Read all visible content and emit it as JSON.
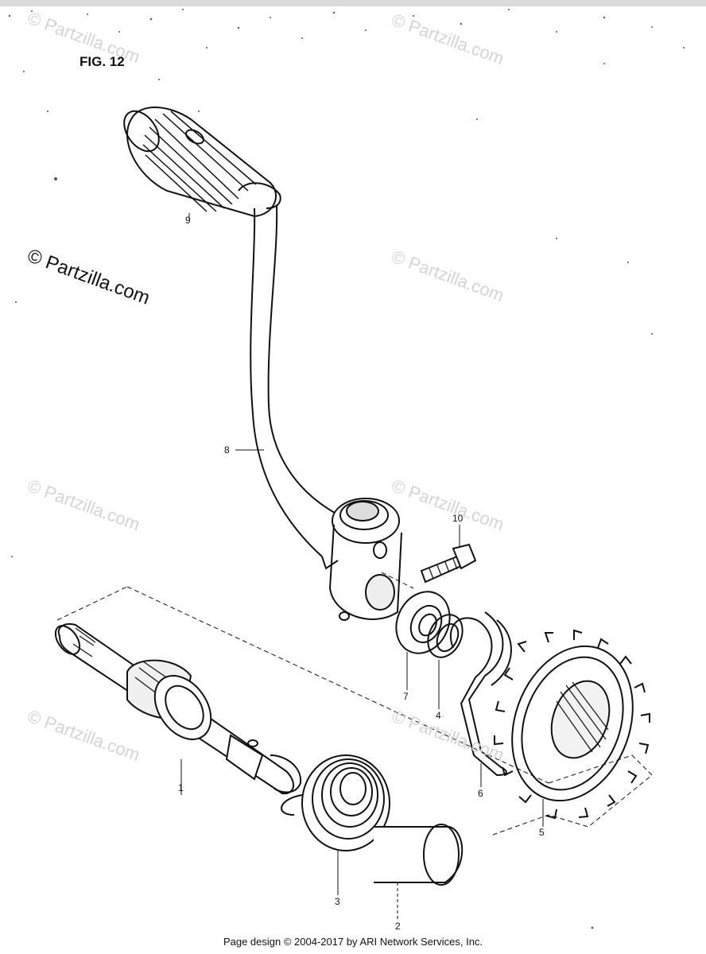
{
  "figure": {
    "label": "FIG. 12"
  },
  "watermark": {
    "text": "© Partzilla.com"
  },
  "callouts": {
    "c1": "1",
    "c2": "2",
    "c3": "3",
    "c4": "4",
    "c5": "5",
    "c6": "6",
    "c7": "7",
    "c8": "8",
    "c9": "9",
    "c10": "10"
  },
  "footer": {
    "text": "Page design © 2004-2017 by ARI Network Services, Inc."
  }
}
